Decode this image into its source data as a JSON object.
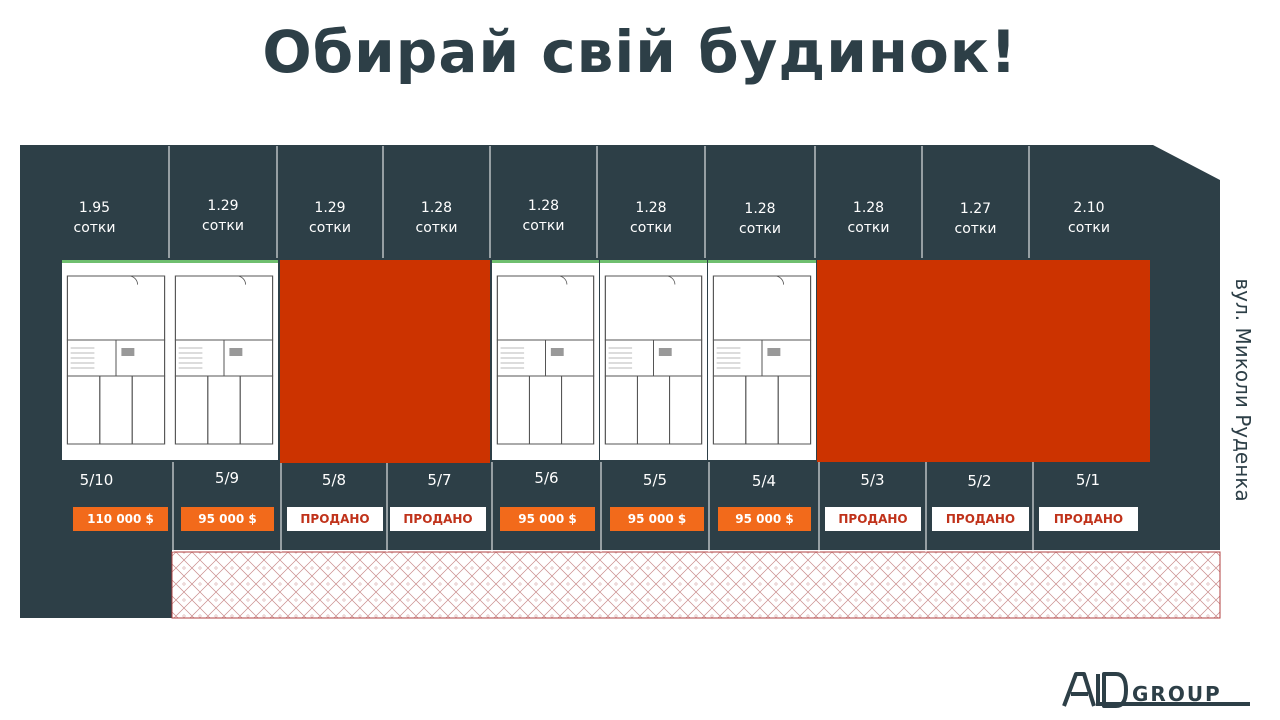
{
  "title": "Обирай свій будинок!",
  "street": "вул. Миколи Руденка",
  "logo": {
    "mark": "AiD",
    "word": "GROUP"
  },
  "colors": {
    "dark": "#2d3f47",
    "sold_red": "#cc3300",
    "price_orange": "#f26a1b",
    "paving_line": "#c98a8a"
  },
  "unit": "сотки",
  "lots": [
    {
      "number": "5/10",
      "area": "1.95",
      "status": "110 000 $",
      "sold": false
    },
    {
      "number": "5/9",
      "area": "1.29",
      "status": "95 000 $",
      "sold": false
    },
    {
      "number": "5/8",
      "area": "1.29",
      "status": "ПРОДАНО",
      "sold": true
    },
    {
      "number": "5/7",
      "area": "1.28",
      "status": "ПРОДАНО",
      "sold": true
    },
    {
      "number": "5/6",
      "area": "1.28",
      "status": "95 000 $",
      "sold": false
    },
    {
      "number": "5/5",
      "area": "1.28",
      "status": "95 000 $",
      "sold": false
    },
    {
      "number": "5/4",
      "area": "1.28",
      "status": "95 000 $",
      "sold": false
    },
    {
      "number": "5/3",
      "area": "1.28",
      "status": "ПРОДАНО",
      "sold": true
    },
    {
      "number": "5/2",
      "area": "1.27",
      "status": "ПРОДАНО",
      "sold": true
    },
    {
      "number": "5/1",
      "area": "2.10",
      "status": "ПРОДАНО",
      "sold": true
    }
  ]
}
